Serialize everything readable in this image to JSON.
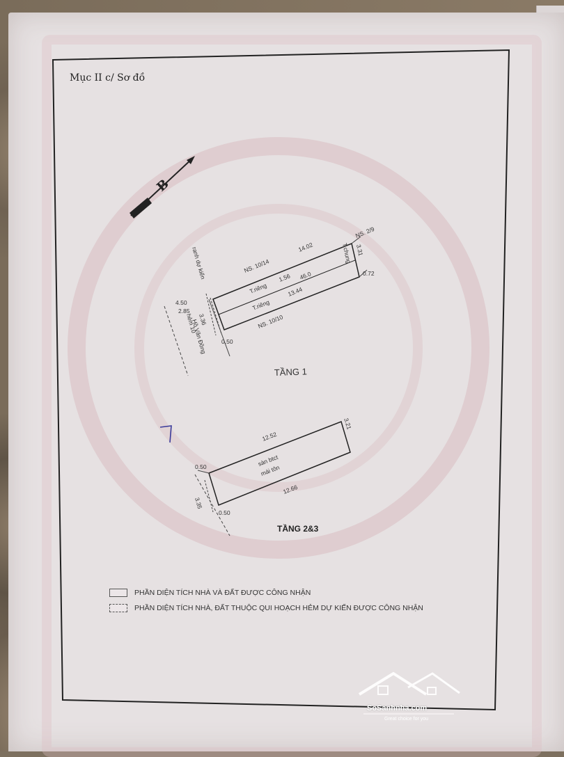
{
  "document": {
    "section_title": "Mục II c/ Sơ đồ",
    "north_label": "B",
    "floor1": {
      "label": "TẦNG 1",
      "neighbor_top": "NS. 10/14",
      "neighbor_bottom": "NS. 10/10",
      "neighbor_right": "NS. 2/9",
      "label_hem": "ranh dự kiến",
      "label_tieng1": "T.riêng",
      "label_tieng2": "T.riêng",
      "label_chung": "T.chung",
      "label_area": "46.0",
      "label_156": "1.56",
      "label_road": "hẻm 10",
      "label_road2": "Hồ Văn Đồng",
      "dim_top": "14.02",
      "dim_bottom": "13.44",
      "dim_right_top": "3.31",
      "dim_right_bottom": "0.72",
      "dim_left_1": "4.50",
      "dim_left_2": "2.85",
      "dim_left_3": "3.36",
      "dim_bottom_left": "0.50"
    },
    "floor23": {
      "label": "TẦNG 2&3",
      "dim_top": "12.52",
      "dim_bottom": "12.66",
      "dim_right": "3.21",
      "dim_left_1": "0.50",
      "dim_left_2": "3.35",
      "dim_bottom_left": "0.50",
      "desc_1": "sàn btct",
      "desc_2": "mái tôn"
    },
    "legend": [
      "PHẦN DIỆN TÍCH NHÀ VÀ ĐẤT ĐƯỢC CÔNG NHẬN",
      "PHẦN DIỆN TÍCH NHÀ, ĐẤT THUỘC QUI HOẠCH HẺM DỰ KIẾN ĐƯỢC CÔNG NHẬN"
    ]
  },
  "watermark": {
    "name": "SoSanhnha.com",
    "tagline": "Great choice for you"
  }
}
